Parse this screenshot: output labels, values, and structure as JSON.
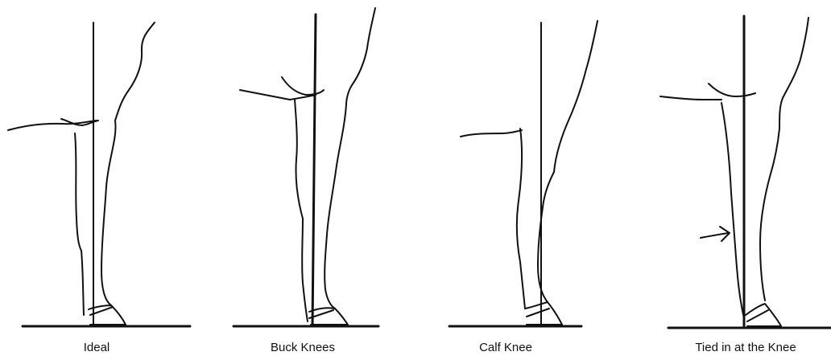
{
  "panels": [
    {
      "id": "ideal",
      "label": "Ideal"
    },
    {
      "id": "buck-knees",
      "label": "Buck Knees"
    },
    {
      "id": "calf-knee",
      "label": "Calf Knee"
    },
    {
      "id": "tied-in-at-the-knee",
      "label": "Tied in at the Knee"
    }
  ],
  "colors": {
    "ink": "#111111",
    "background": "#ffffff"
  },
  "icons": {
    "tied_in_indicator": "arrow-right-icon"
  }
}
